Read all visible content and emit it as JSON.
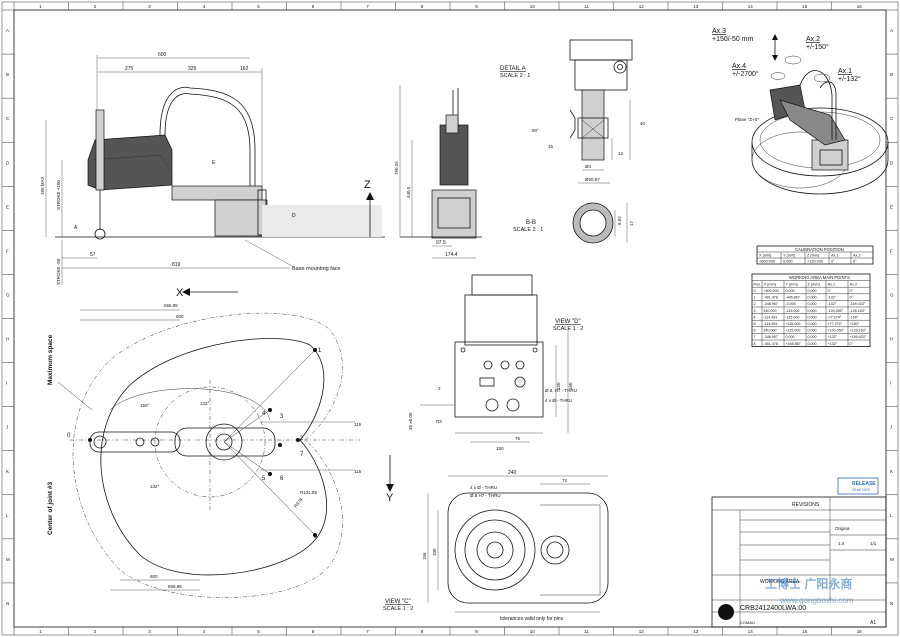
{
  "border_top_labels": [
    "1",
    "2",
    "3",
    "4",
    "5",
    "6",
    "7",
    "8",
    "9",
    "10",
    "11",
    "12",
    "13",
    "14",
    "15",
    "16"
  ],
  "border_side_labels": [
    "A",
    "B",
    "C",
    "D",
    "E",
    "F",
    "G",
    "H",
    "I",
    "J",
    "K",
    "L",
    "M",
    "N"
  ],
  "top_view": {
    "dims_top": [
      "600",
      "275",
      "325",
      "162"
    ],
    "dim_height": [
      "160 MAX",
      "STROKE +100"
    ],
    "dim_bottom": [
      "57",
      "819"
    ],
    "stroke_label": "STROKE -50",
    "base_mount": "Base mounting face",
    "label_E": "E",
    "label_A": "A",
    "label_D": "D"
  },
  "side_view": {
    "dims": [
      "790.25",
      "440.5",
      "97.5",
      "174.4"
    ]
  },
  "detail_a": {
    "title": "DETAIL A",
    "scale": "SCALE 2 : 1",
    "dims": [
      "90°",
      "16",
      "40",
      "13",
      "Ø4",
      "Ø20.97"
    ]
  },
  "section_bb": {
    "title": "B-B",
    "scale": "SCALE 2 : 1",
    "dims": [
      "8.02",
      "17"
    ]
  },
  "axes_diagram": {
    "ax3": "Ax.3",
    "ax3_val": "+150/-50 mm",
    "ax2": "Ax.2",
    "ax2_val": "+/-150°",
    "ax4": "Ax.4",
    "ax4_val": "+/-2700°",
    "ax1": "Ax.1",
    "ax1_val": "+/-132°",
    "plane": "Plane \"Z+0\""
  },
  "calibration": {
    "title": "CALIBRATION POSITION",
    "headers": [
      "X (mm)",
      "Y (mm)",
      "Z (mm)",
      "Ax.1",
      "Ax.2"
    ],
    "row": [
      "+600.000",
      "0.000",
      "+120.000",
      "0°",
      "0°"
    ]
  },
  "working_area": {
    "title": "WORKING AREA MAIN POINTS",
    "headers": [
      "Pos.",
      "X (mm)",
      "Y (mm)",
      "Z (mm)",
      "Ax.1",
      "Ax.2"
    ],
    "rows": [
      [
        "0",
        "+600.000",
        "0.000",
        "0.000",
        "0°",
        "0°"
      ],
      [
        "1",
        "-401.478",
        "-445.867",
        "0.000",
        "-132°",
        "0°"
      ],
      [
        "2",
        "-346.957",
        "-0.000",
        "0.000",
        "-132°",
        "-159.433°"
      ],
      [
        "3",
        "240.000",
        "-115.000",
        "0.000",
        "-100.050°",
        "-126.163°"
      ],
      [
        "4",
        "-114.991",
        "-115.000",
        "0.000",
        "-77.274°",
        "-150°"
      ],
      [
        "5",
        "-114.991",
        "+115.000",
        "0.000",
        "+77.274°",
        "+150°"
      ],
      [
        "6",
        "240.000",
        "+115.000",
        "0.000",
        "+100.050°",
        "+126.163°"
      ],
      [
        "7",
        "-346.957",
        "0.000",
        "0.000",
        "+132°",
        "+159.433°"
      ],
      [
        "8",
        "-401.478",
        "+445.867",
        "0.000",
        "+132°",
        "0°"
      ]
    ]
  },
  "workspace_view": {
    "x_axis": "X",
    "y_axis": "Y",
    "z_axis": "Z",
    "maximum_space": "Maximum space",
    "center_joint": "Center of joint #3",
    "dims": [
      "656.95",
      "600",
      "115",
      "115",
      "R131.85",
      "R378",
      "656.95",
      "600",
      "150°",
      "132°",
      "132°"
    ],
    "points": [
      "0",
      "1",
      "2",
      "3",
      "4",
      "5",
      "6",
      "7",
      "8"
    ]
  },
  "view_d": {
    "title": "VIEW \"D\"",
    "scale": "SCALE 1 : 2",
    "dims": [
      "2",
      "R3",
      "Ø.8, H7 - THRU",
      "4 x Ø - THRU",
      "75",
      "150",
      "120",
      "160",
      "45 ±0.05"
    ]
  },
  "view_c": {
    "title": "VIEW \"C\"",
    "scale": "SCALE 1 : 2",
    "dims": [
      "240",
      "72",
      "4 x Ø - THRU",
      "Ø.8 H7 - THRU",
      "156",
      "100",
      "7"
    ],
    "note": "tolerances valid only for pins"
  },
  "title_block": {
    "revisions": "REVISIONS",
    "release_badge": "RELEASE",
    "release_date": "25-rel 2019",
    "drawing_no": "CRB2412400LWA:00",
    "material": "Origina",
    "scale": "1:4",
    "sheet": "1/1",
    "working_area_note": "WORKING AREA",
    "company": "COMAU",
    "sheet_size": "A1",
    "watermark": "工博士 广阳永商",
    "watermark_url": "www.gongboshi.com"
  },
  "colors": {
    "line": "#111111",
    "badge_blue": "#2a6fc0",
    "watermark": "#1f6fb8"
  }
}
